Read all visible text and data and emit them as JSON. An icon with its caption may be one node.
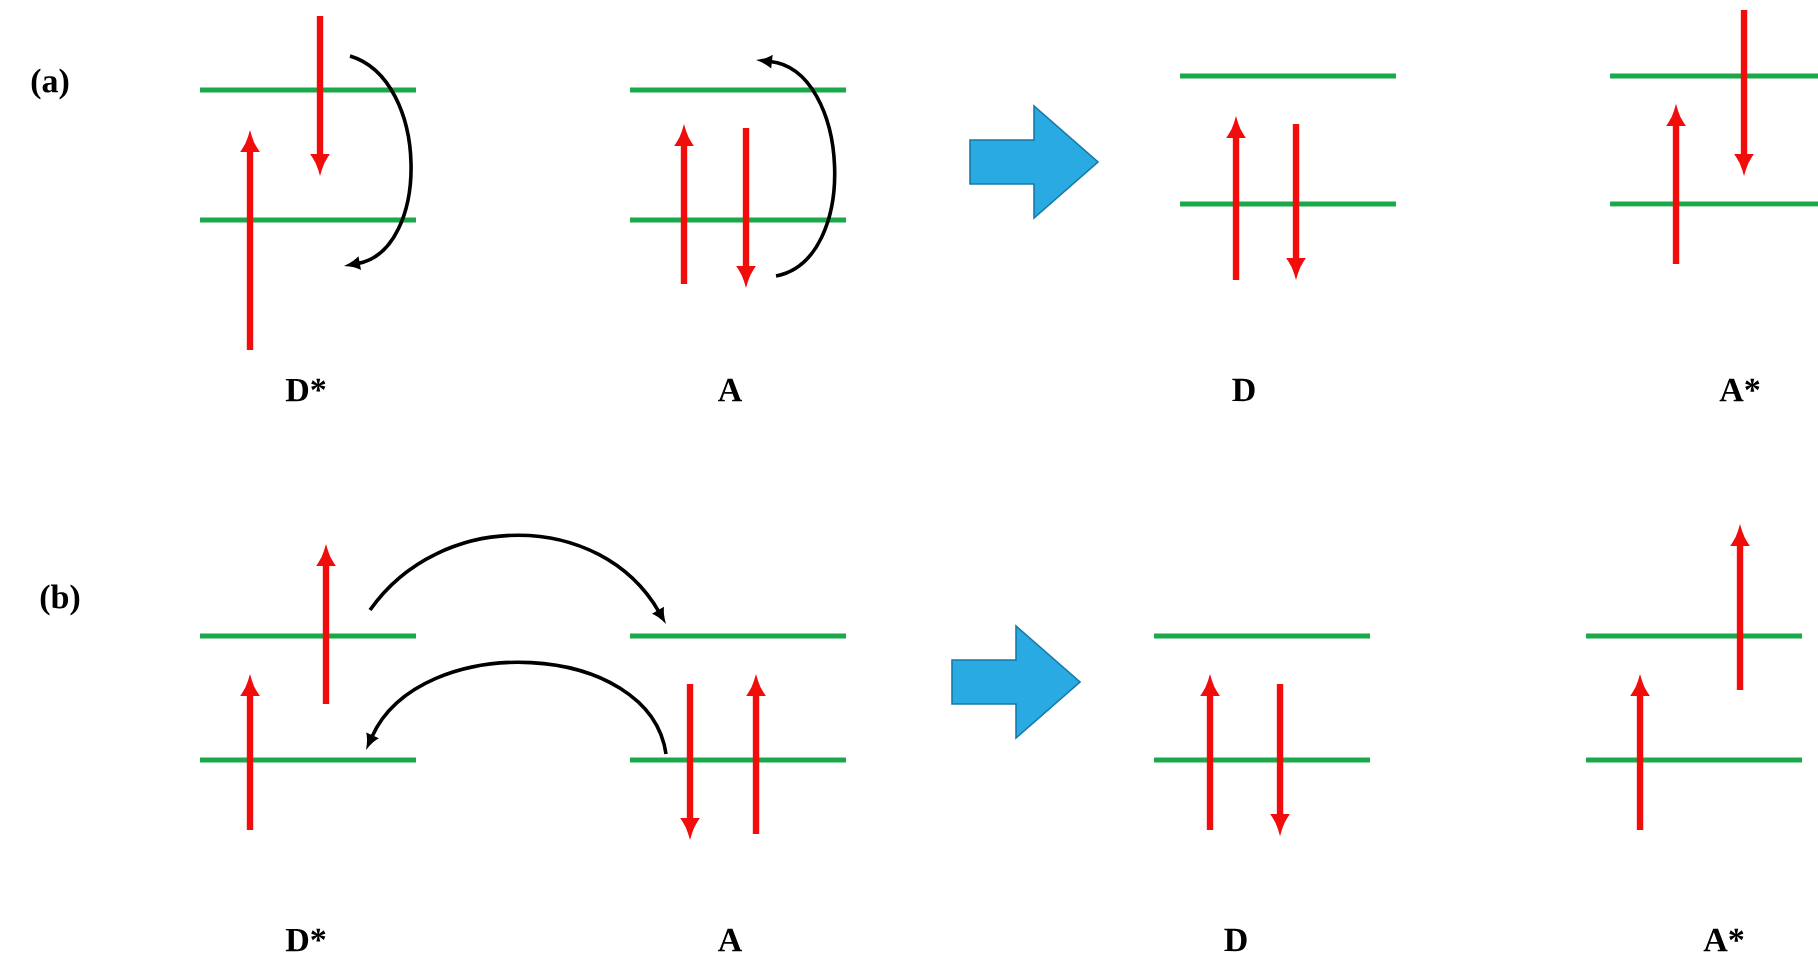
{
  "diagram": {
    "labels": [
      "(a)",
      "D*",
      "A",
      "D",
      "A*",
      "(b)",
      "D*",
      "A",
      "D",
      "A*"
    ]
  }
}
